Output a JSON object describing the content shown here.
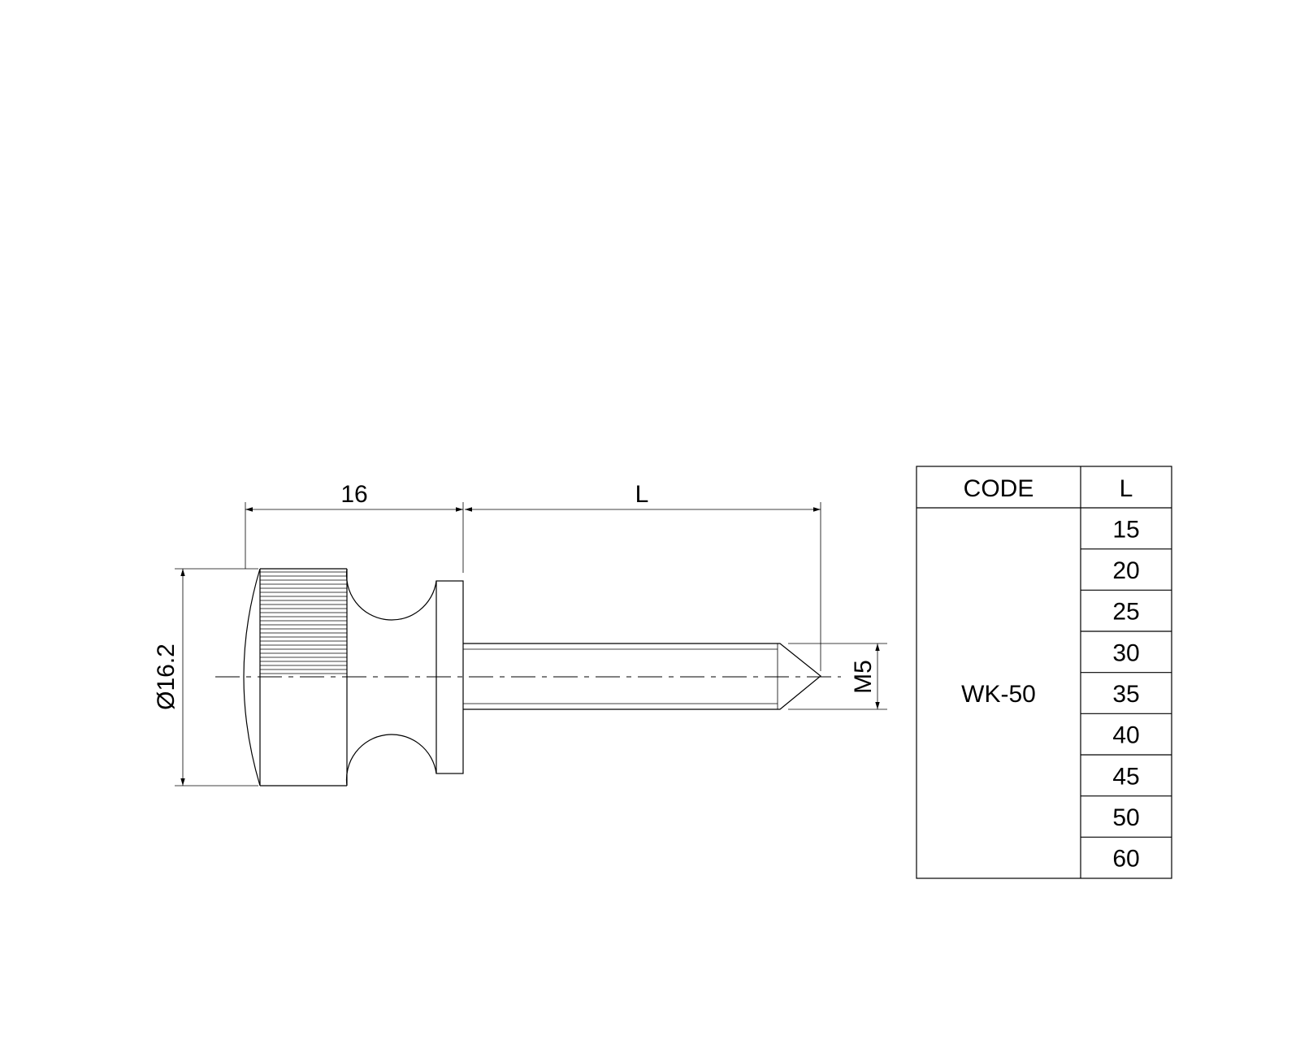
{
  "dimensions": {
    "head_length": "16",
    "pin_length": "L",
    "head_diameter": "Ø16.2",
    "thread": "M5"
  },
  "table": {
    "headers": [
      "CODE",
      "L"
    ],
    "code": "WK-50",
    "lengths": [
      "15",
      "20",
      "25",
      "30",
      "35",
      "40",
      "45",
      "50",
      "60"
    ]
  }
}
